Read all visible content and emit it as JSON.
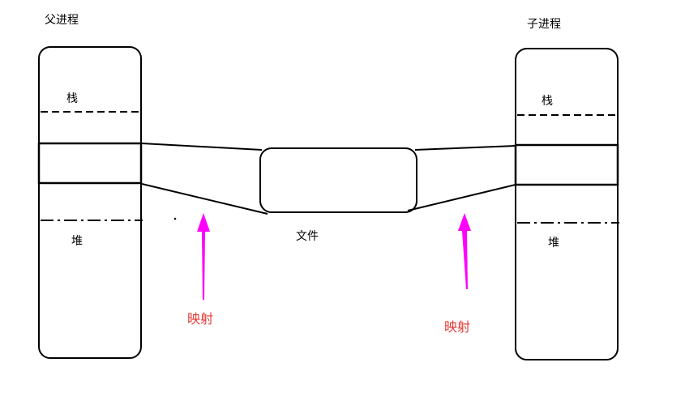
{
  "parent": {
    "title": "父进程",
    "stack_label": "栈",
    "heap_label": "堆"
  },
  "child": {
    "title": "子进程",
    "stack_label": "栈",
    "heap_label": "堆"
  },
  "file": {
    "label": "文件"
  },
  "mapping": {
    "left_label": "映射",
    "right_label": "映射",
    "arrow_color": "#ff00ff",
    "label_color": "#e53935"
  },
  "colors": {
    "stroke": "#000000",
    "background": "#ffffff"
  }
}
